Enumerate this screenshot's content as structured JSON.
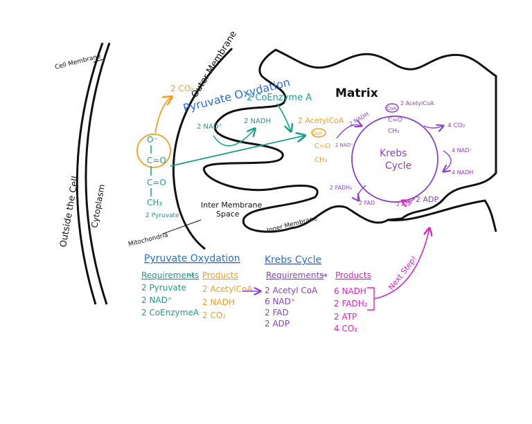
{
  "colors": {
    "ink": "#111111",
    "pyruvate": "#f0a020",
    "oxidation": "#1a9f8c",
    "blue": "#2a6fd6",
    "krebs": "#8a3fd0",
    "products": "#e020c8"
  },
  "labels": {
    "cell_membrane": "Cell Membrane",
    "outside_cell": "Outside the Cell",
    "cytoplasm": "Cytoplasm",
    "outer_membrane": "Outer Membrane",
    "pyruvate_oxydation": "Pyruvate Oxydation",
    "coenzyme_a": "2 CoEnzyme A",
    "matrix": "Matrix",
    "two_co2": "2 CO₂",
    "two_nad": "2 NAD⁺",
    "two_nadh": "2 NADH",
    "two_acetylcoa": "2 AcetylCoA",
    "intermembrane_space": [
      "Inter Membrane",
      "Space"
    ],
    "inner_membrane": "Inner Membrane",
    "mitochondria": "Mitochondria",
    "two_pyruvate": "2 Pyruvate"
  },
  "pyruvate_molecule": {
    "o_minus": "O⁻",
    "c_dbl_o_1": "C=O",
    "c_dbl_o_2": "C=O",
    "ch3": "CH₃"
  },
  "acetyl_molecule": {
    "coa": "CoA",
    "c_dbl_o": "C=O",
    "ch3": "CH₃"
  },
  "krebs": {
    "title": [
      "Krebs",
      "Cycle"
    ],
    "acetylcoa_in": "2 AcetylCoA",
    "coa_badge": "CoA",
    "c_dbl_o": "C=O",
    "ch3": "CH₃",
    "co2_out": "4 CO₂",
    "nad_in": "4 NAD⁺",
    "nadh_out": "4 NADH",
    "nadh_2": "2 NADH",
    "nad_2": "2 NAD⁺",
    "fadh2": "2 FADH₂",
    "fad": "2 FAD",
    "atp": "2 ATP",
    "adp": "2 ADP"
  },
  "summary": {
    "pyruvate_oxidation": {
      "title": "Pyruvate Oxydation",
      "requirements_label": "Requirements",
      "arrow": "→",
      "requirements": [
        "2 Pyruvate",
        "2 NAD⁺",
        "2 CoEnzymeA"
      ],
      "products_label": "Products",
      "products": [
        "2 AcetylCoA",
        "2 NADH",
        "2 CO₂"
      ]
    },
    "krebs_cycle": {
      "title": "Krebs Cycle",
      "requirements_label": "Requirements",
      "arrow": "→",
      "requirements": [
        "2 Acetyl CoA",
        "6 NAD⁺",
        "2 FAD",
        "2 ADP"
      ],
      "products_label": "Products",
      "products": [
        "6 NADH",
        "2 FADH₂",
        "2 ATP",
        "4 CO₂"
      ],
      "next_step": "Next Step!"
    }
  }
}
